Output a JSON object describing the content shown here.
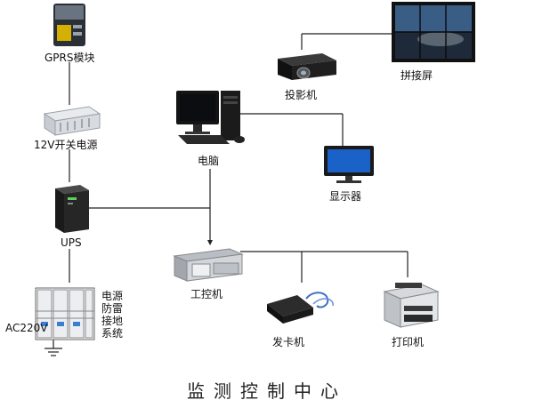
{
  "nodes": {
    "gprs": "GPRS模块",
    "power_supply": "12V开关电源",
    "ups": "UPS",
    "surge": "电源防雷接地系统",
    "ac": "AC220V",
    "computer": "电脑",
    "projector": "投影机",
    "video_wall": "拼接屏",
    "monitor": "显示器",
    "ipc": "工控机",
    "card_issuer": "发卡机",
    "printer": "打印机"
  },
  "surge_lines": [
    "电源",
    "防雷",
    "接地",
    "系统"
  ],
  "title": "监测控制中心"
}
